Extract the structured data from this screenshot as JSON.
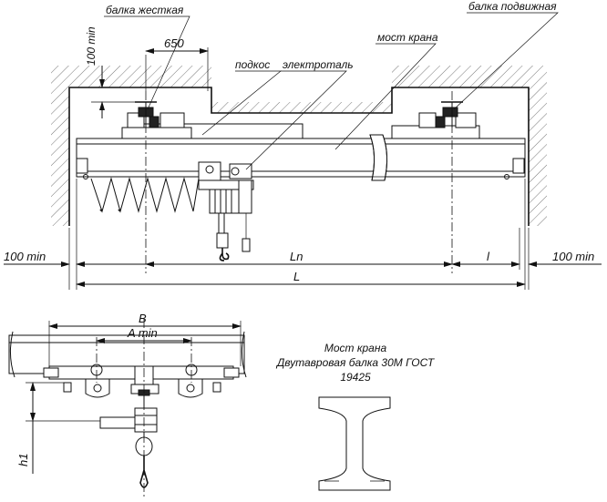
{
  "labels": {
    "rigid_beam": "балка жесткая",
    "movable_beam": "балка подвижная",
    "brace": "подкос",
    "hoist": "электроталь",
    "crane_bridge": "мост крана"
  },
  "dimensions": {
    "min_100_vertical": "100 min",
    "dim_650": "650",
    "min_100_left": "100 min",
    "min_100_right": "100 min",
    "Ln": "Ln",
    "l": "l",
    "L": "L",
    "B": "B",
    "A_min": "A min",
    "h1": "h1"
  },
  "beam_caption": {
    "line1": "Мост крана",
    "line2": "Двутавровая балка 30М ГОСТ",
    "line3": "19425"
  }
}
